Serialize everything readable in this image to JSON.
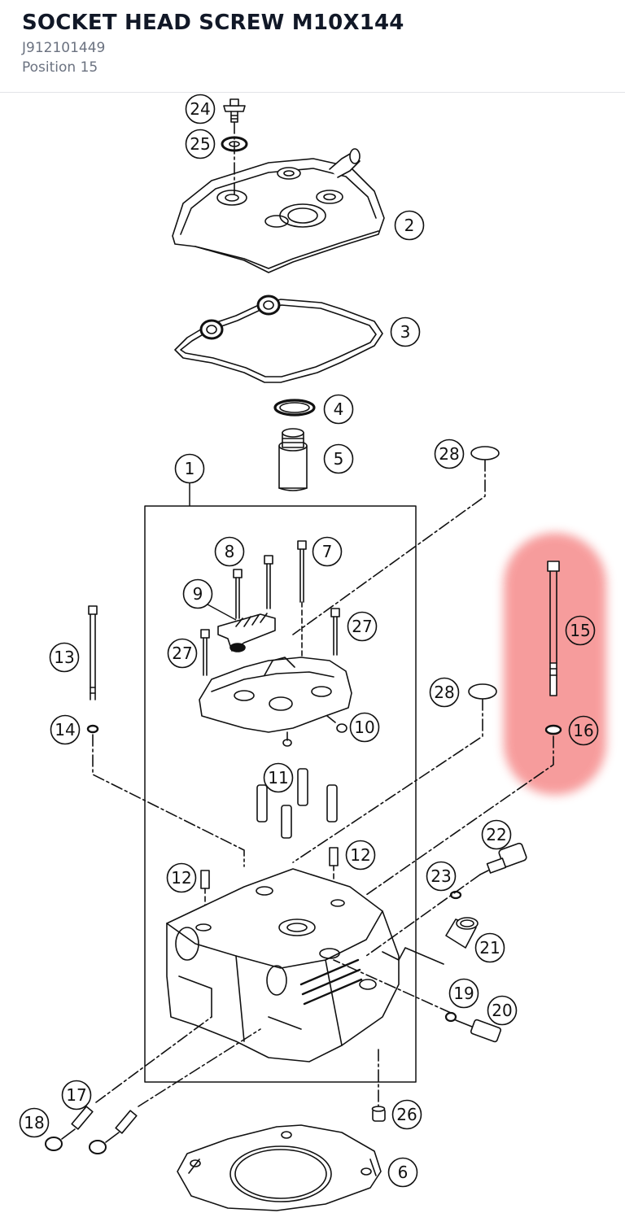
{
  "header": {
    "title": "SOCKET HEAD SCREW M10X144",
    "part_number": "J912101449",
    "position": "Position 15"
  },
  "diagram": {
    "highlight_color": "#f47c7c",
    "selected_callouts": [
      "15",
      "16"
    ],
    "callouts": [
      {
        "id": "c24",
        "label": "24"
      },
      {
        "id": "c25",
        "label": "25"
      },
      {
        "id": "c2",
        "label": "2"
      },
      {
        "id": "c3",
        "label": "3"
      },
      {
        "id": "c4",
        "label": "4"
      },
      {
        "id": "c5",
        "label": "5"
      },
      {
        "id": "c28a",
        "label": "28"
      },
      {
        "id": "c1",
        "label": "1"
      },
      {
        "id": "c8",
        "label": "8"
      },
      {
        "id": "c7",
        "label": "7"
      },
      {
        "id": "c9",
        "label": "9"
      },
      {
        "id": "c27a",
        "label": "27"
      },
      {
        "id": "c27b",
        "label": "27"
      },
      {
        "id": "c13",
        "label": "13"
      },
      {
        "id": "c14",
        "label": "14"
      },
      {
        "id": "c10",
        "label": "10"
      },
      {
        "id": "c28b",
        "label": "28"
      },
      {
        "id": "c15",
        "label": "15"
      },
      {
        "id": "c16",
        "label": "16"
      },
      {
        "id": "c11",
        "label": "11"
      },
      {
        "id": "c12a",
        "label": "12"
      },
      {
        "id": "c12b",
        "label": "12"
      },
      {
        "id": "c22",
        "label": "22"
      },
      {
        "id": "c23",
        "label": "23"
      },
      {
        "id": "c21",
        "label": "21"
      },
      {
        "id": "c19",
        "label": "19"
      },
      {
        "id": "c20",
        "label": "20"
      },
      {
        "id": "c17",
        "label": "17"
      },
      {
        "id": "c18",
        "label": "18"
      },
      {
        "id": "c26",
        "label": "26"
      },
      {
        "id": "c6",
        "label": "6"
      }
    ]
  }
}
